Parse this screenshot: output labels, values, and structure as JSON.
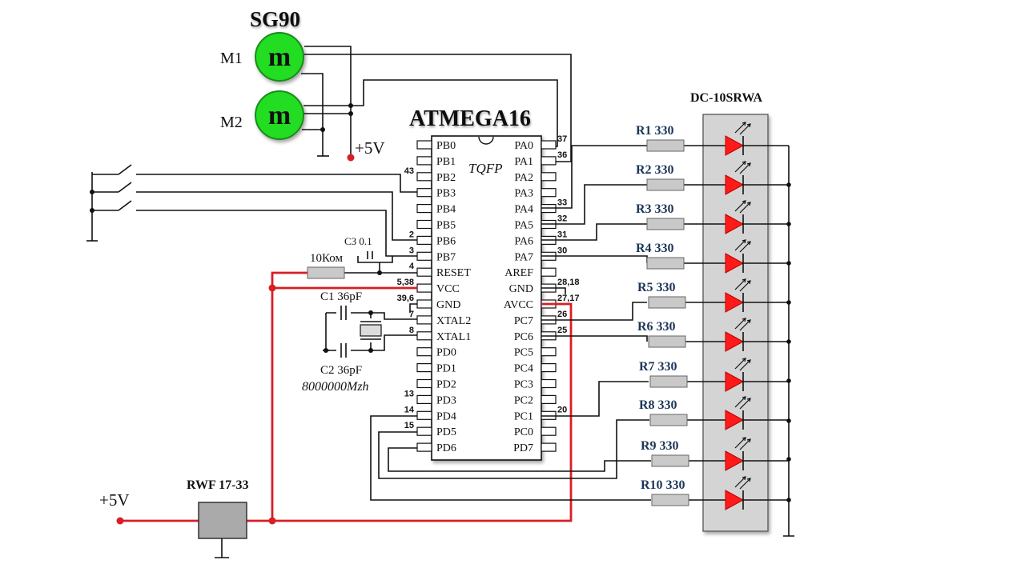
{
  "colors": {
    "wire": "#111111",
    "power_wire": "#d81f26",
    "motor": "#22dd22",
    "led": "#ff1a1a",
    "resistor": "#c9c9c9",
    "title": "#4a5fa8"
  },
  "motor": {
    "model": "SG90",
    "m1": "M1",
    "m2": "M2",
    "symbol": "m"
  },
  "mcu": {
    "name": "ATMEGA16",
    "package": "TQFP"
  },
  "left_pins": [
    "PB0",
    "PB1",
    "PB2",
    "PB3",
    "PB4",
    "PB5",
    "PB6",
    "PB7",
    "RESET",
    "VCC",
    "GND",
    "XTAL2",
    "XTAL1",
    "PD0",
    "PD1",
    "PD2",
    "PD3",
    "PD4",
    "PD5",
    "PD6"
  ],
  "right_pins": [
    "PA0",
    "PA1",
    "PA2",
    "PA3",
    "PA4",
    "PA5",
    "PA6",
    "PA7",
    "AREF",
    "GND",
    "AVCC",
    "PC7",
    "PC6",
    "PC5",
    "PC4",
    "PC3",
    "PC2",
    "PC1",
    "PC0",
    "PD7"
  ],
  "left_pin_numbers": [
    "",
    "",
    "43",
    "",
    "",
    "",
    "2",
    "3",
    "4",
    "5,38",
    "39,6",
    "7",
    "8",
    "",
    "",
    "",
    "13",
    "14",
    "15",
    ""
  ],
  "right_pin_numbers": [
    "37",
    "36",
    "",
    "",
    "33",
    "32",
    "31",
    "30",
    "",
    "28,18",
    "27,17",
    "26",
    "25",
    "",
    "",
    "",
    "",
    "20",
    "",
    ""
  ],
  "power": {
    "motor_supply": "+5V",
    "input": "+5V",
    "regulator": "RWF 17-33"
  },
  "passives": {
    "c3": "C3 0.1",
    "reset_resistor": "10Ком",
    "c1": "C1 36pF",
    "c2": "C2 36pF",
    "crystal": "8000000Mzh"
  },
  "led_bar": {
    "model": "DC-10SRWA"
  },
  "resistors": [
    "R1 330",
    "R2 330",
    "R3 330",
    "R4 330",
    "R5 330",
    "R6 330",
    "R7 330",
    "R8 330",
    "R9 330",
    "R10 330"
  ]
}
